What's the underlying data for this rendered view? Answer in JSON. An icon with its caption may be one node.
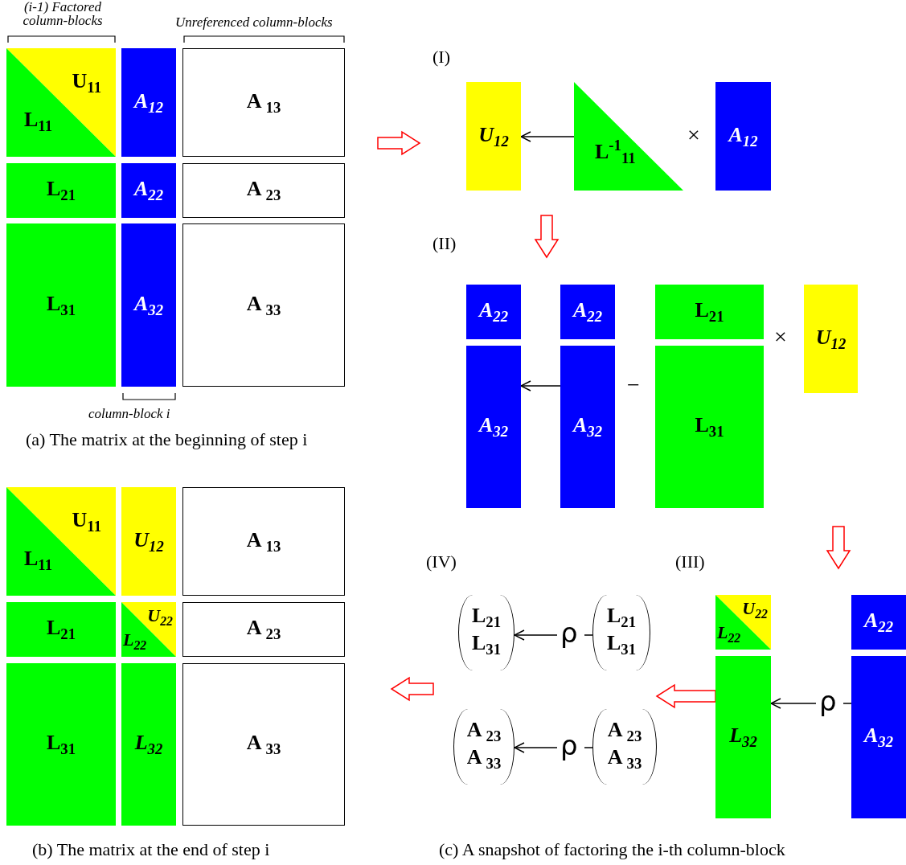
{
  "diagram": {
    "nodes": [
      {
        "text": [
          "U$_{11}$",
          "L$_{11}$"
        ]
      },
      {
        "text": [
          "A$_{12}$"
        ]
      },
      {
        "text": [
          "A $_{13}$"
        ]
      },
      {
        "text": [
          "L$_{21}$"
        ]
      },
      {
        "text": [
          "A$_{22}$"
        ]
      },
      {
        "text": [
          "A $_{23}$"
        ]
      },
      {
        "text": [
          "L$_{31}$"
        ]
      },
      {
        "text": [
          "A$_{32}$"
        ]
      },
      {
        "text": [
          "A $_{33}$"
        ]
      },
      {
        "text": [
          "U$_{12}$"
        ]
      },
      {
        "text": [
          "L$^{-1}$$_{11}$"
        ]
      },
      {
        "text": [
          "A$_{12}$"
        ]
      },
      {
        "text": [
          "A$_{22}$"
        ]
      },
      {
        "text": [
          "A$_{32}$"
        ]
      },
      {
        "text": [
          "A$_{22}$"
        ]
      },
      {
        "text": [
          "A$_{32}$"
        ]
      },
      {
        "text": [
          "L$_{21}$"
        ]
      },
      {
        "text": [
          "L$_{31}$"
        ]
      },
      {
        "text": [
          "U$_{12}$"
        ]
      },
      {
        "text": [
          "U$_{22}$",
          "L$_{22}$"
        ]
      },
      {
        "text": [
          "L$_{32}$"
        ]
      },
      {
        "text": [
          "A$_{22}$"
        ]
      },
      {
        "text": [
          "A$_{32}$"
        ]
      },
      {
        "text": [
          "L$_{21}$",
          "L$_{31}$"
        ]
      },
      {
        "text": [
          "L$_{21}$",
          "L$_{31}$"
        ]
      },
      {
        "text": [
          "A $_{23}$",
          "A $_{33}$"
        ]
      },
      {
        "text": [
          "A $_{23}$",
          "A $_{33}$"
        ]
      },
      {
        "text": [
          "U$_{11}$",
          "L$_{11}$"
        ]
      },
      {
        "text": [
          "U$_{12}$"
        ]
      },
      {
        "text": [
          "A $_{13}$"
        ]
      },
      {
        "text": [
          "L$_{21}$"
        ]
      },
      {
        "text": [
          "U$_{22}$",
          "L$_{22}$"
        ]
      },
      {
        "text": [
          "A $_{23}$"
        ]
      },
      {
        "text": [
          "L$_{31}$"
        ]
      },
      {
        "text": [
          "L$_{32}$"
        ]
      },
      {
        "text": [
          "A $_{33}$"
        ]
      }
    ],
    "edges": [
      {
        "from": 10,
        "to": 9,
        "arrow": "to"
      },
      {
        "from": 15,
        "to": 13,
        "arrow": "to"
      },
      {
        "from": 22,
        "to": 20,
        "arrow": "to",
        "label": "ρ"
      },
      {
        "from": 24,
        "to": 23,
        "arrow": "to",
        "label": "ρ"
      },
      {
        "from": 26,
        "to": 25,
        "arrow": "to",
        "label": "ρ"
      },
      {
        "from": 20,
        "to": 26,
        "arrow": "to",
        "style": "thick",
        "color": "#ff0000"
      }
    ],
    "labels": [
      "(i-1) Factored column-blocks",
      "Unreferenced column-blocks",
      "column-block i",
      "(a) The matrix at the beginning of step i",
      "(I)",
      "×",
      "(II)",
      "−",
      "×",
      "(IV)",
      "(III)",
      "(b) The matrix at the end of step i",
      "(c) A snapshot of factoring the i-th column-block"
    ]
  }
}
